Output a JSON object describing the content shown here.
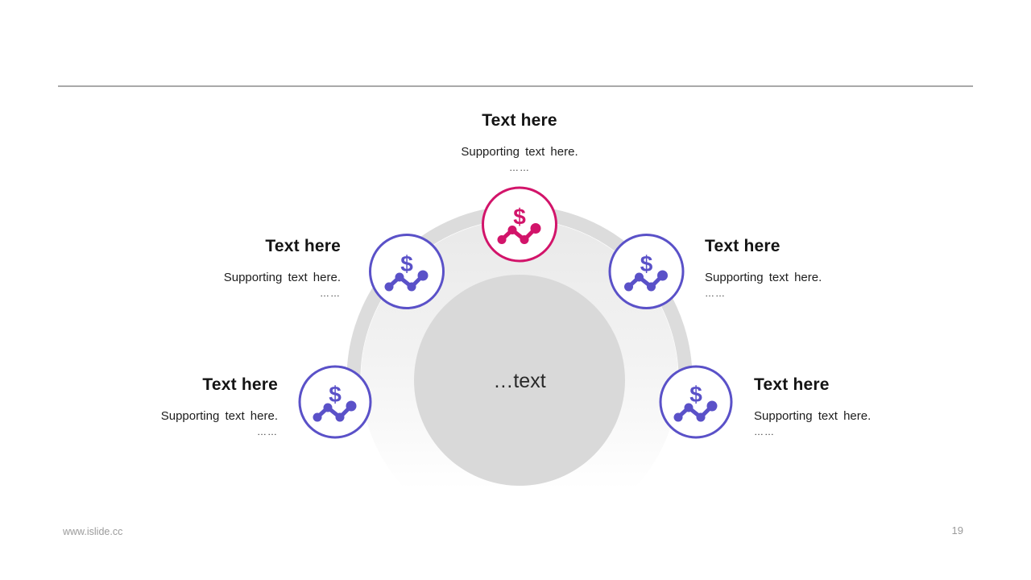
{
  "page": {
    "footer_url": "www.islide.cc",
    "page_number": "19"
  },
  "center_label": "…text",
  "icon": {
    "name": "money-trend",
    "dollar_glyph": "$"
  },
  "palette": {
    "accent_pink": "#d2146a",
    "accent_purple": "#5a51c8",
    "ring_gray": "#dcdcdc",
    "center_gray": "#d9d9d9"
  },
  "items": [
    {
      "position": "top",
      "title": "Text here",
      "supporting": "Supporting text here.",
      "more": "……",
      "accent": "#d2146a"
    },
    {
      "position": "upper-left",
      "title": "Text here",
      "supporting": "Supporting text here.",
      "more": "……",
      "accent": "#5a51c8"
    },
    {
      "position": "upper-right",
      "title": "Text here",
      "supporting": "Supporting text here.",
      "more": "……",
      "accent": "#5a51c8"
    },
    {
      "position": "lower-left",
      "title": "Text here",
      "supporting": "Supporting text here.",
      "more": "……",
      "accent": "#5a51c8"
    },
    {
      "position": "lower-right",
      "title": "Text here",
      "supporting": "Supporting text here.",
      "more": "……",
      "accent": "#5a51c8"
    }
  ]
}
